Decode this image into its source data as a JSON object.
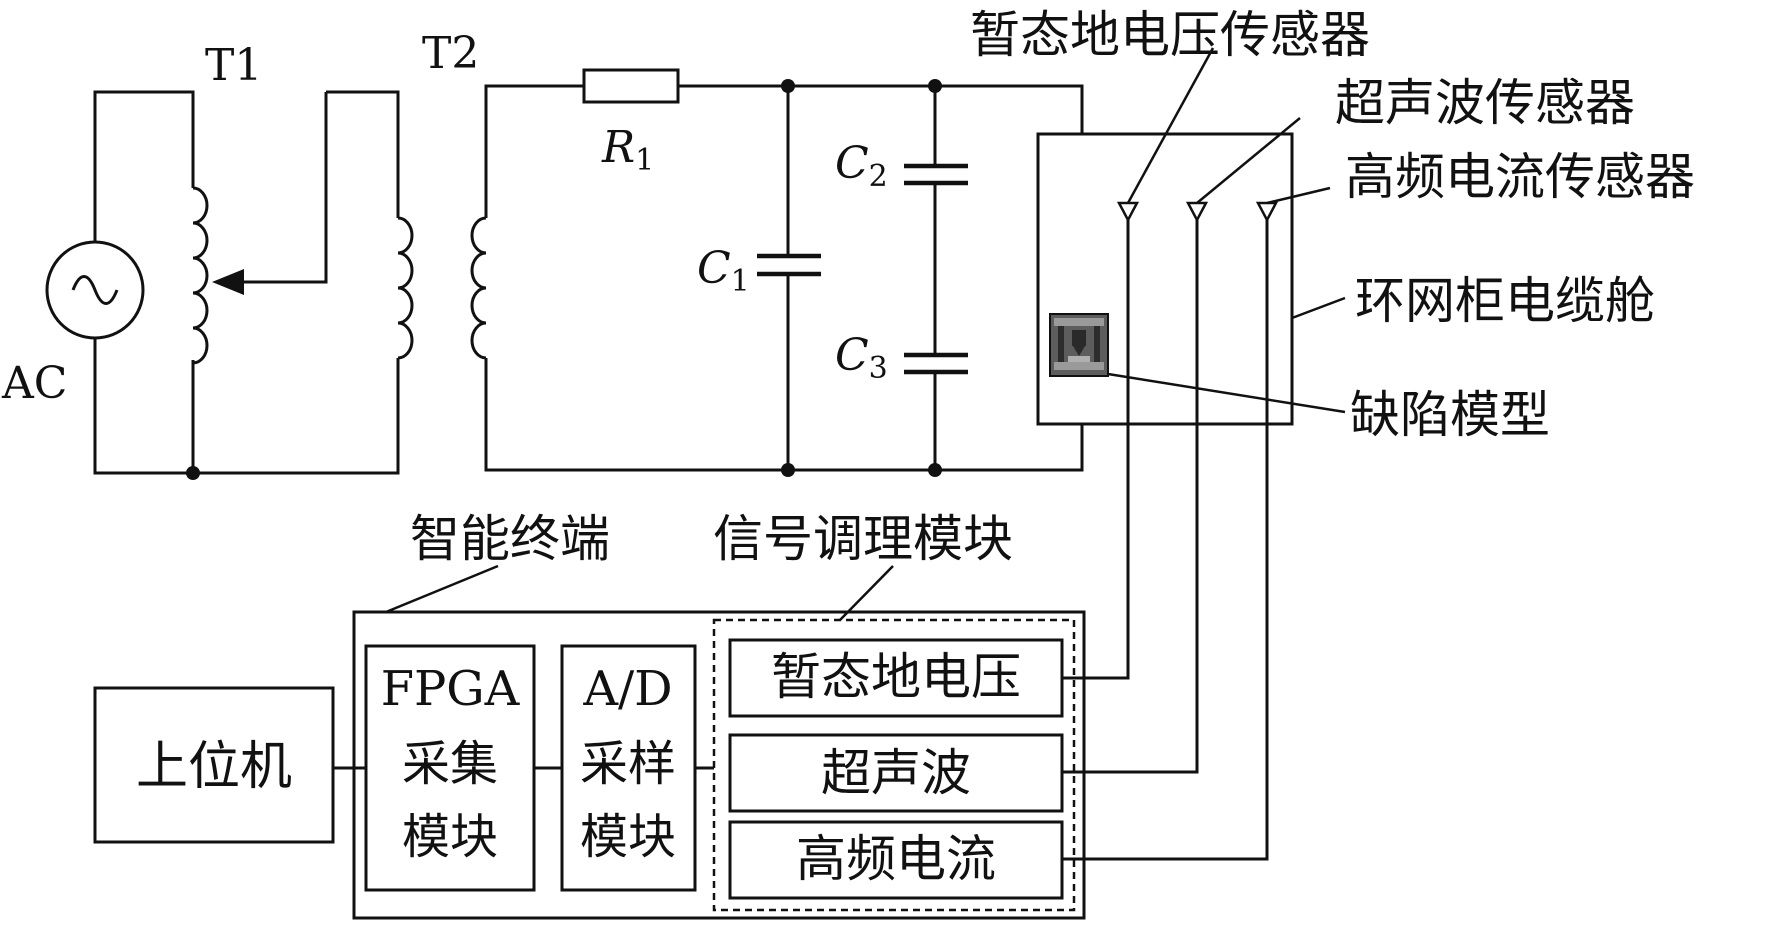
{
  "circuit": {
    "source_label": "AC",
    "t1_label": "T1",
    "t2_label": "T2",
    "r1_letter": "R",
    "r1_sub": "1",
    "c1_letter": "C",
    "c1_sub": "1",
    "c2_letter": "C",
    "c2_sub": "2",
    "c3_letter": "C",
    "c3_sub": "3"
  },
  "labels": {
    "tev_sensor": "暂态地电压传感器",
    "ultrasonic_sensor": "超声波传感器",
    "hfct_sensor": "高频电流传感器",
    "cable_compartment": "环网柜电缆舱",
    "defect_model": "缺陷模型",
    "smart_terminal": "智能终端",
    "signal_conditioning": "信号调理模块"
  },
  "blocks": {
    "host_computer": "上位机",
    "fpga": [
      "FPGA",
      "采集",
      "模块"
    ],
    "adc": [
      "A/D",
      "采样",
      "模块"
    ],
    "tev": "暂态地电压",
    "ultrasonic": "超声波",
    "hfct": "高频电流"
  },
  "icons": {
    "sine": "ac-sine-icon",
    "defect": "defect-model-icon",
    "sensor": "sensor-triangle-icon"
  }
}
